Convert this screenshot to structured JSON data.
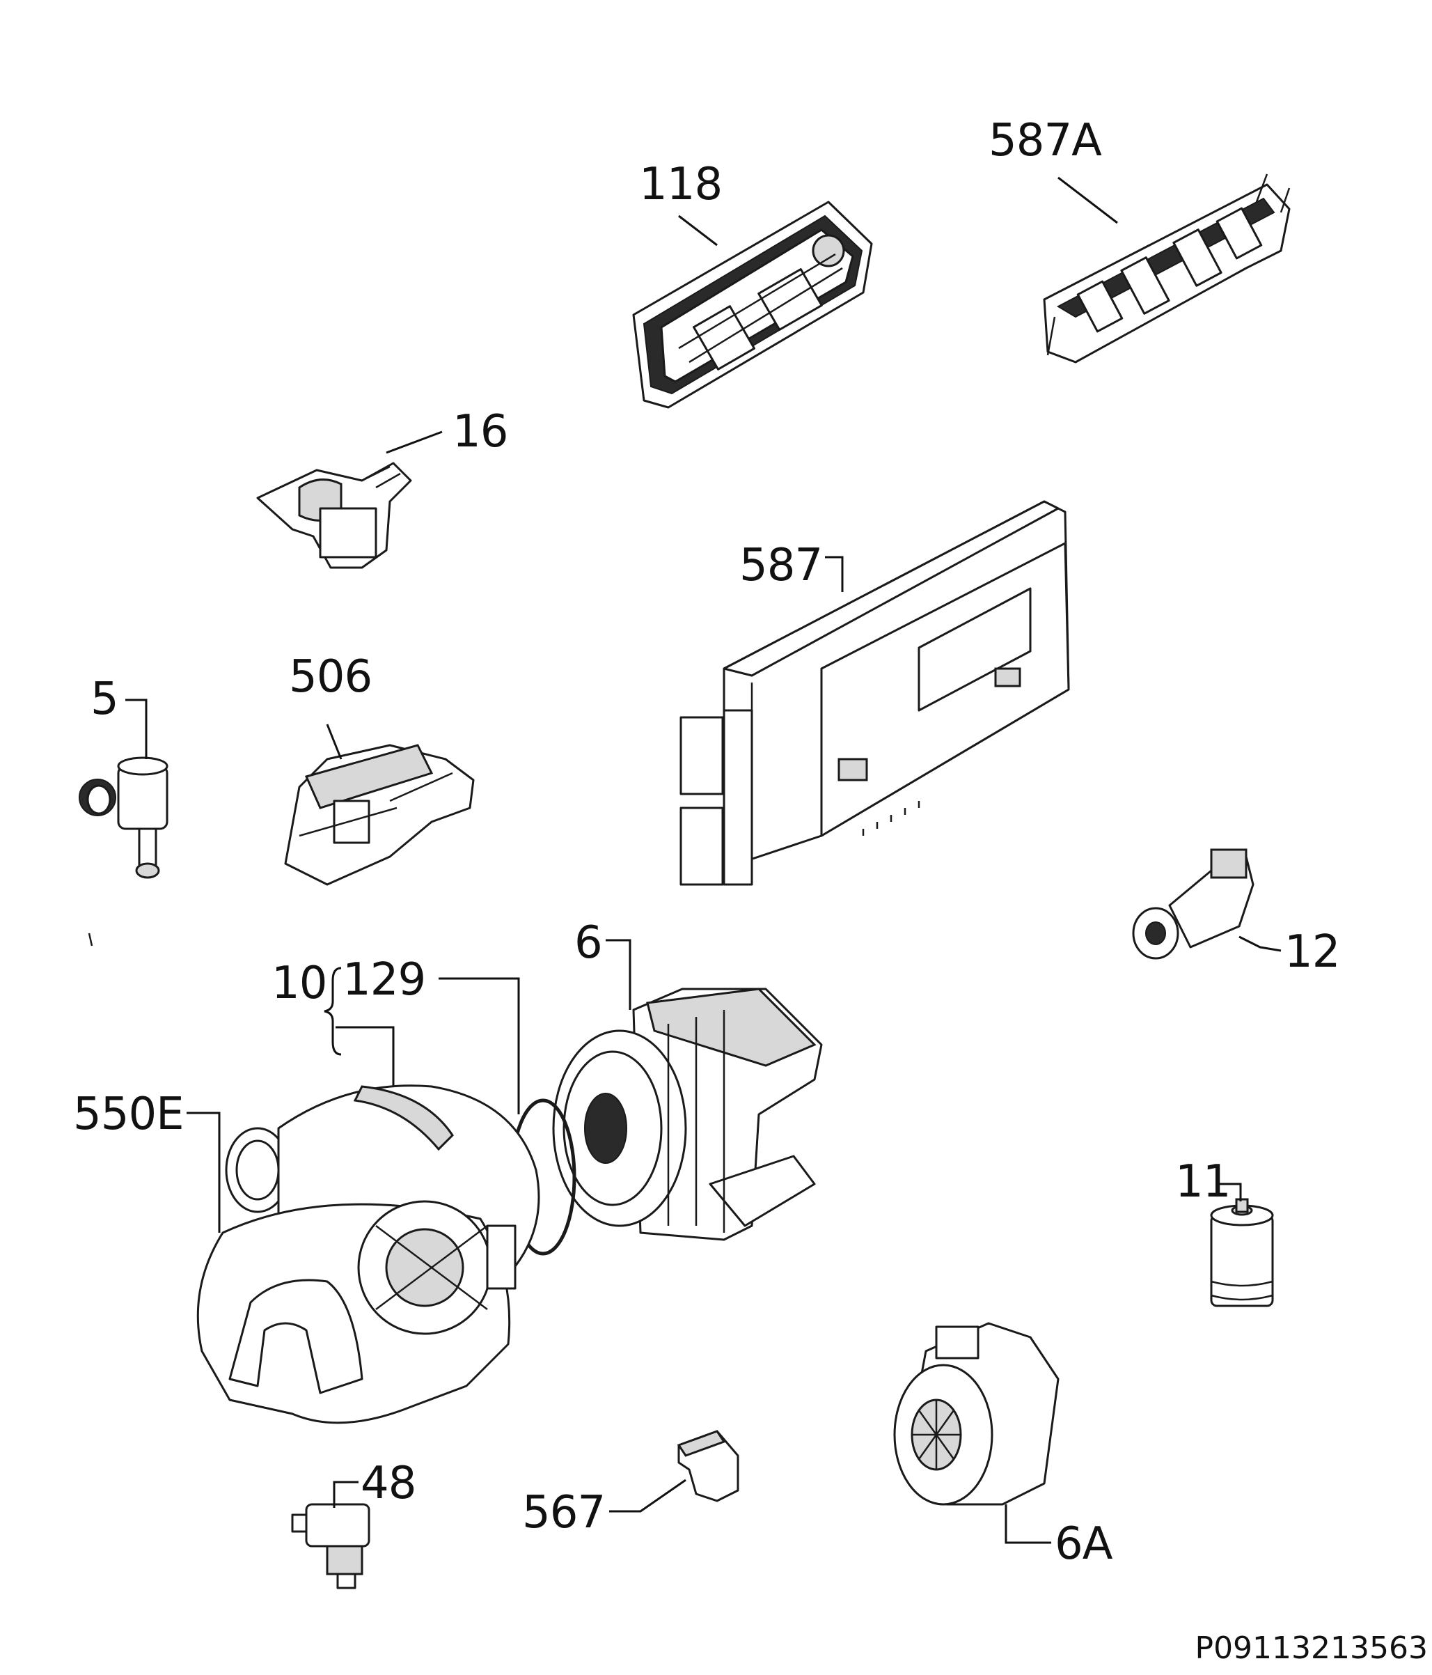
{
  "callouts": {
    "c118": "118",
    "c587A": "587A",
    "c16": "16",
    "c587": "587",
    "c5": "5",
    "c506": "506",
    "c6": "6",
    "c12": "12",
    "c10": "10",
    "c129": "129",
    "c550E": "550E",
    "c11": "11",
    "c48": "48",
    "c567": "567",
    "c6A": "6A"
  },
  "drawing_code": "P09113213563",
  "colors": {
    "line": "#1a1a1a",
    "background": "#ffffff"
  }
}
